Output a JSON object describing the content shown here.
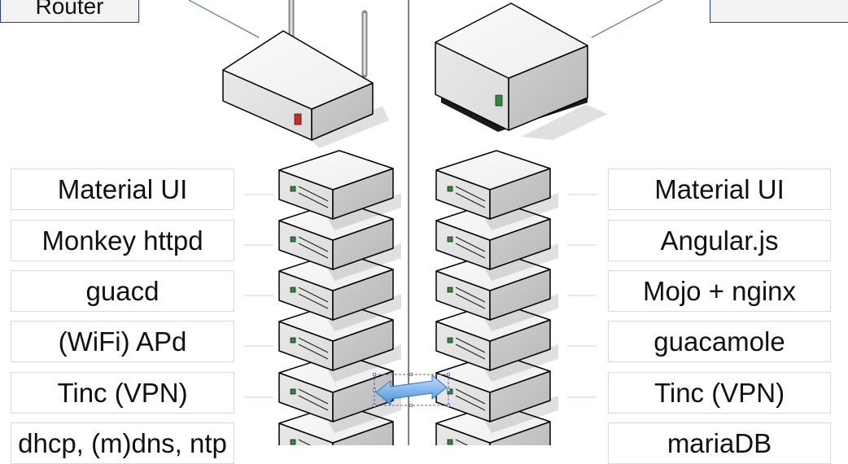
{
  "top_left_label": "Router",
  "top_right_label": "",
  "left_labels": [
    "Material UI",
    "Monkey httpd",
    "guacd",
    "(WiFi) APd",
    "Tinc (VPN)",
    "dhcp, (m)dns, ntp"
  ],
  "right_labels": [
    "Material UI",
    "Angular.js",
    "Mojo + nginx",
    "guacamole",
    "Tinc (VPN)",
    "mariaDB"
  ],
  "icons": {
    "left_device": "router-icon",
    "right_device": "server-box-icon",
    "stack_unit": "server-icon",
    "connector": "double-arrow-icon"
  },
  "colors": {
    "device_face": "#dcdcdc",
    "device_side": "#b8b8b8",
    "device_top": "#eeeeee",
    "outline": "#000000",
    "router_led": "#cc2a2a",
    "server_led": "#2f8a3c",
    "arrow": "#4a90d9",
    "callout_line": "#3d5fa8",
    "divider": "#000000"
  }
}
